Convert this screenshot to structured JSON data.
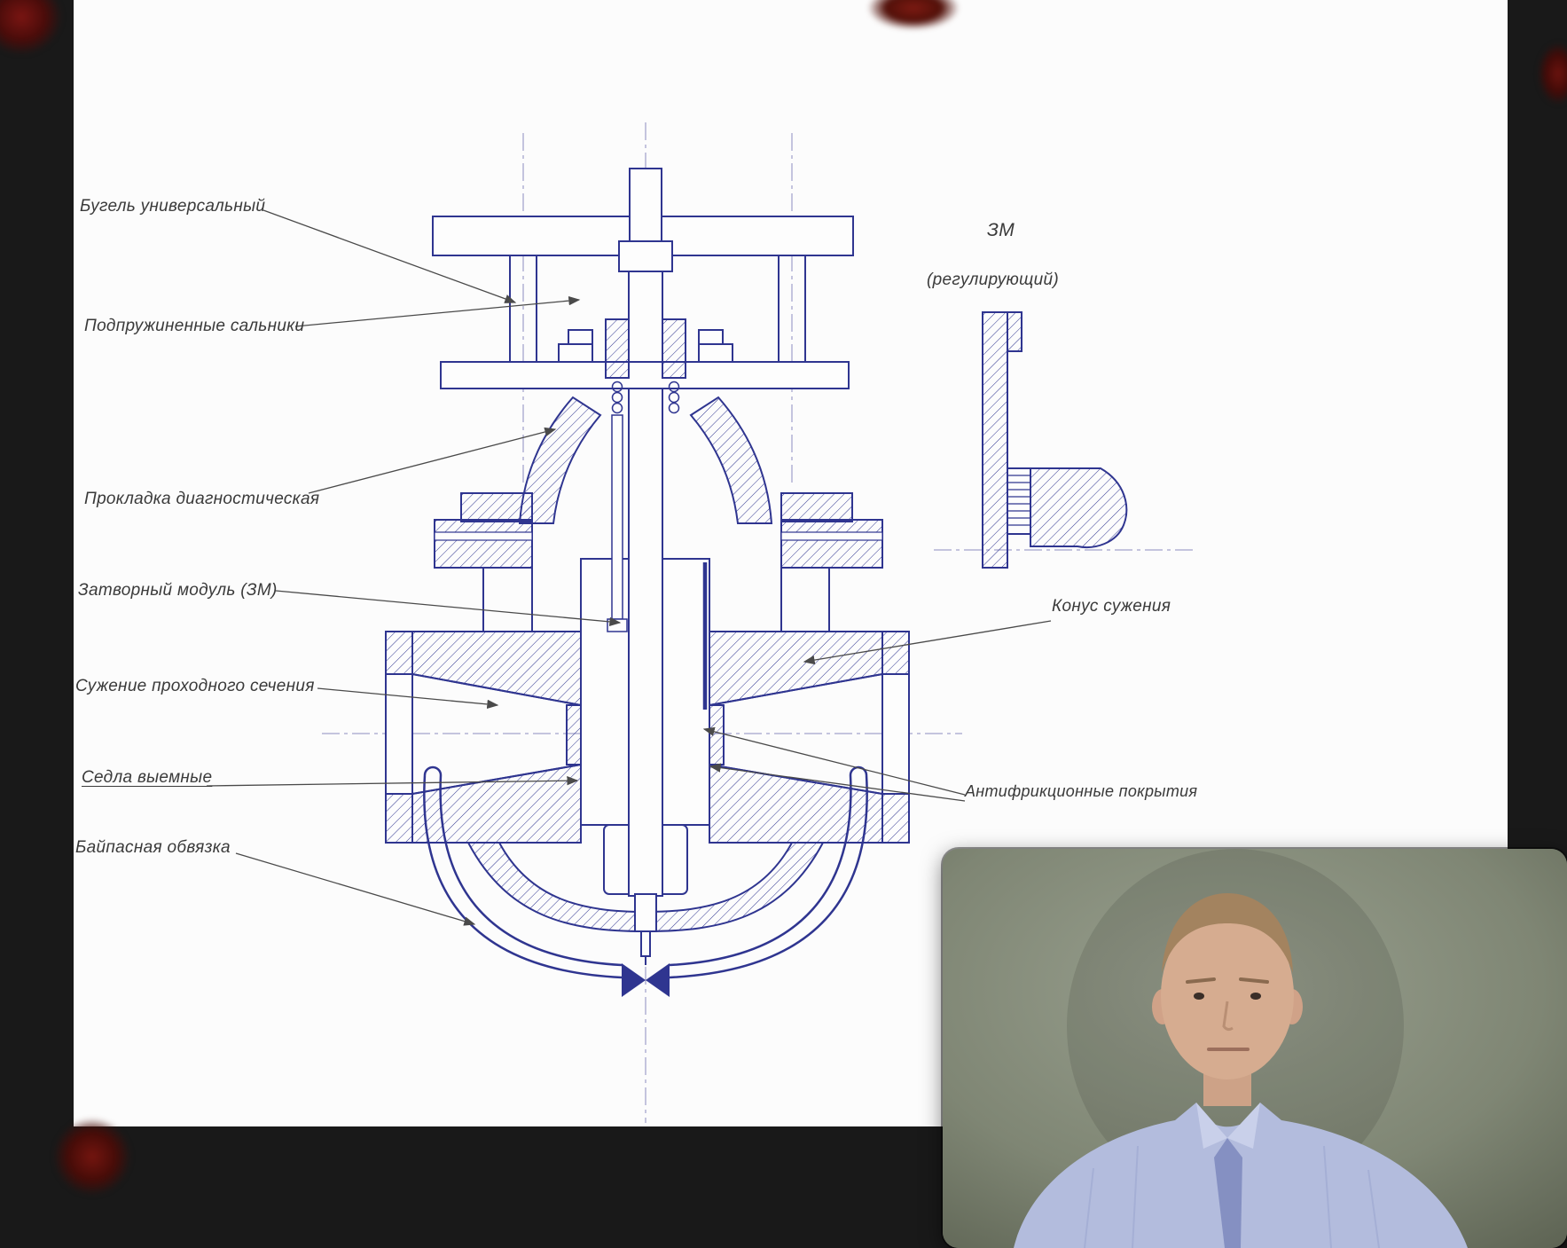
{
  "colors": {
    "drawing_blue": "#2f3590",
    "label_ink": "#3a3a3a",
    "paper": "#fcfcfc",
    "backdrop": "#191919"
  },
  "drawing": {
    "callouts_left": [
      {
        "text": "Бугель универсальный"
      },
      {
        "text": "Подпружиненные сальники"
      },
      {
        "text": "Прокладка диагностическая"
      },
      {
        "text": "Затворный модуль (ЗМ)"
      },
      {
        "text": "Сужение проходного сечения"
      },
      {
        "text": "Седла выемные"
      },
      {
        "text": "Байпасная обвязка"
      }
    ],
    "callouts_right": [
      {
        "text": "ЗМ"
      },
      {
        "text": "(регулирующий)"
      },
      {
        "text": "Конус сужения"
      },
      {
        "text": "Антифрикционные покрытия"
      }
    ]
  }
}
